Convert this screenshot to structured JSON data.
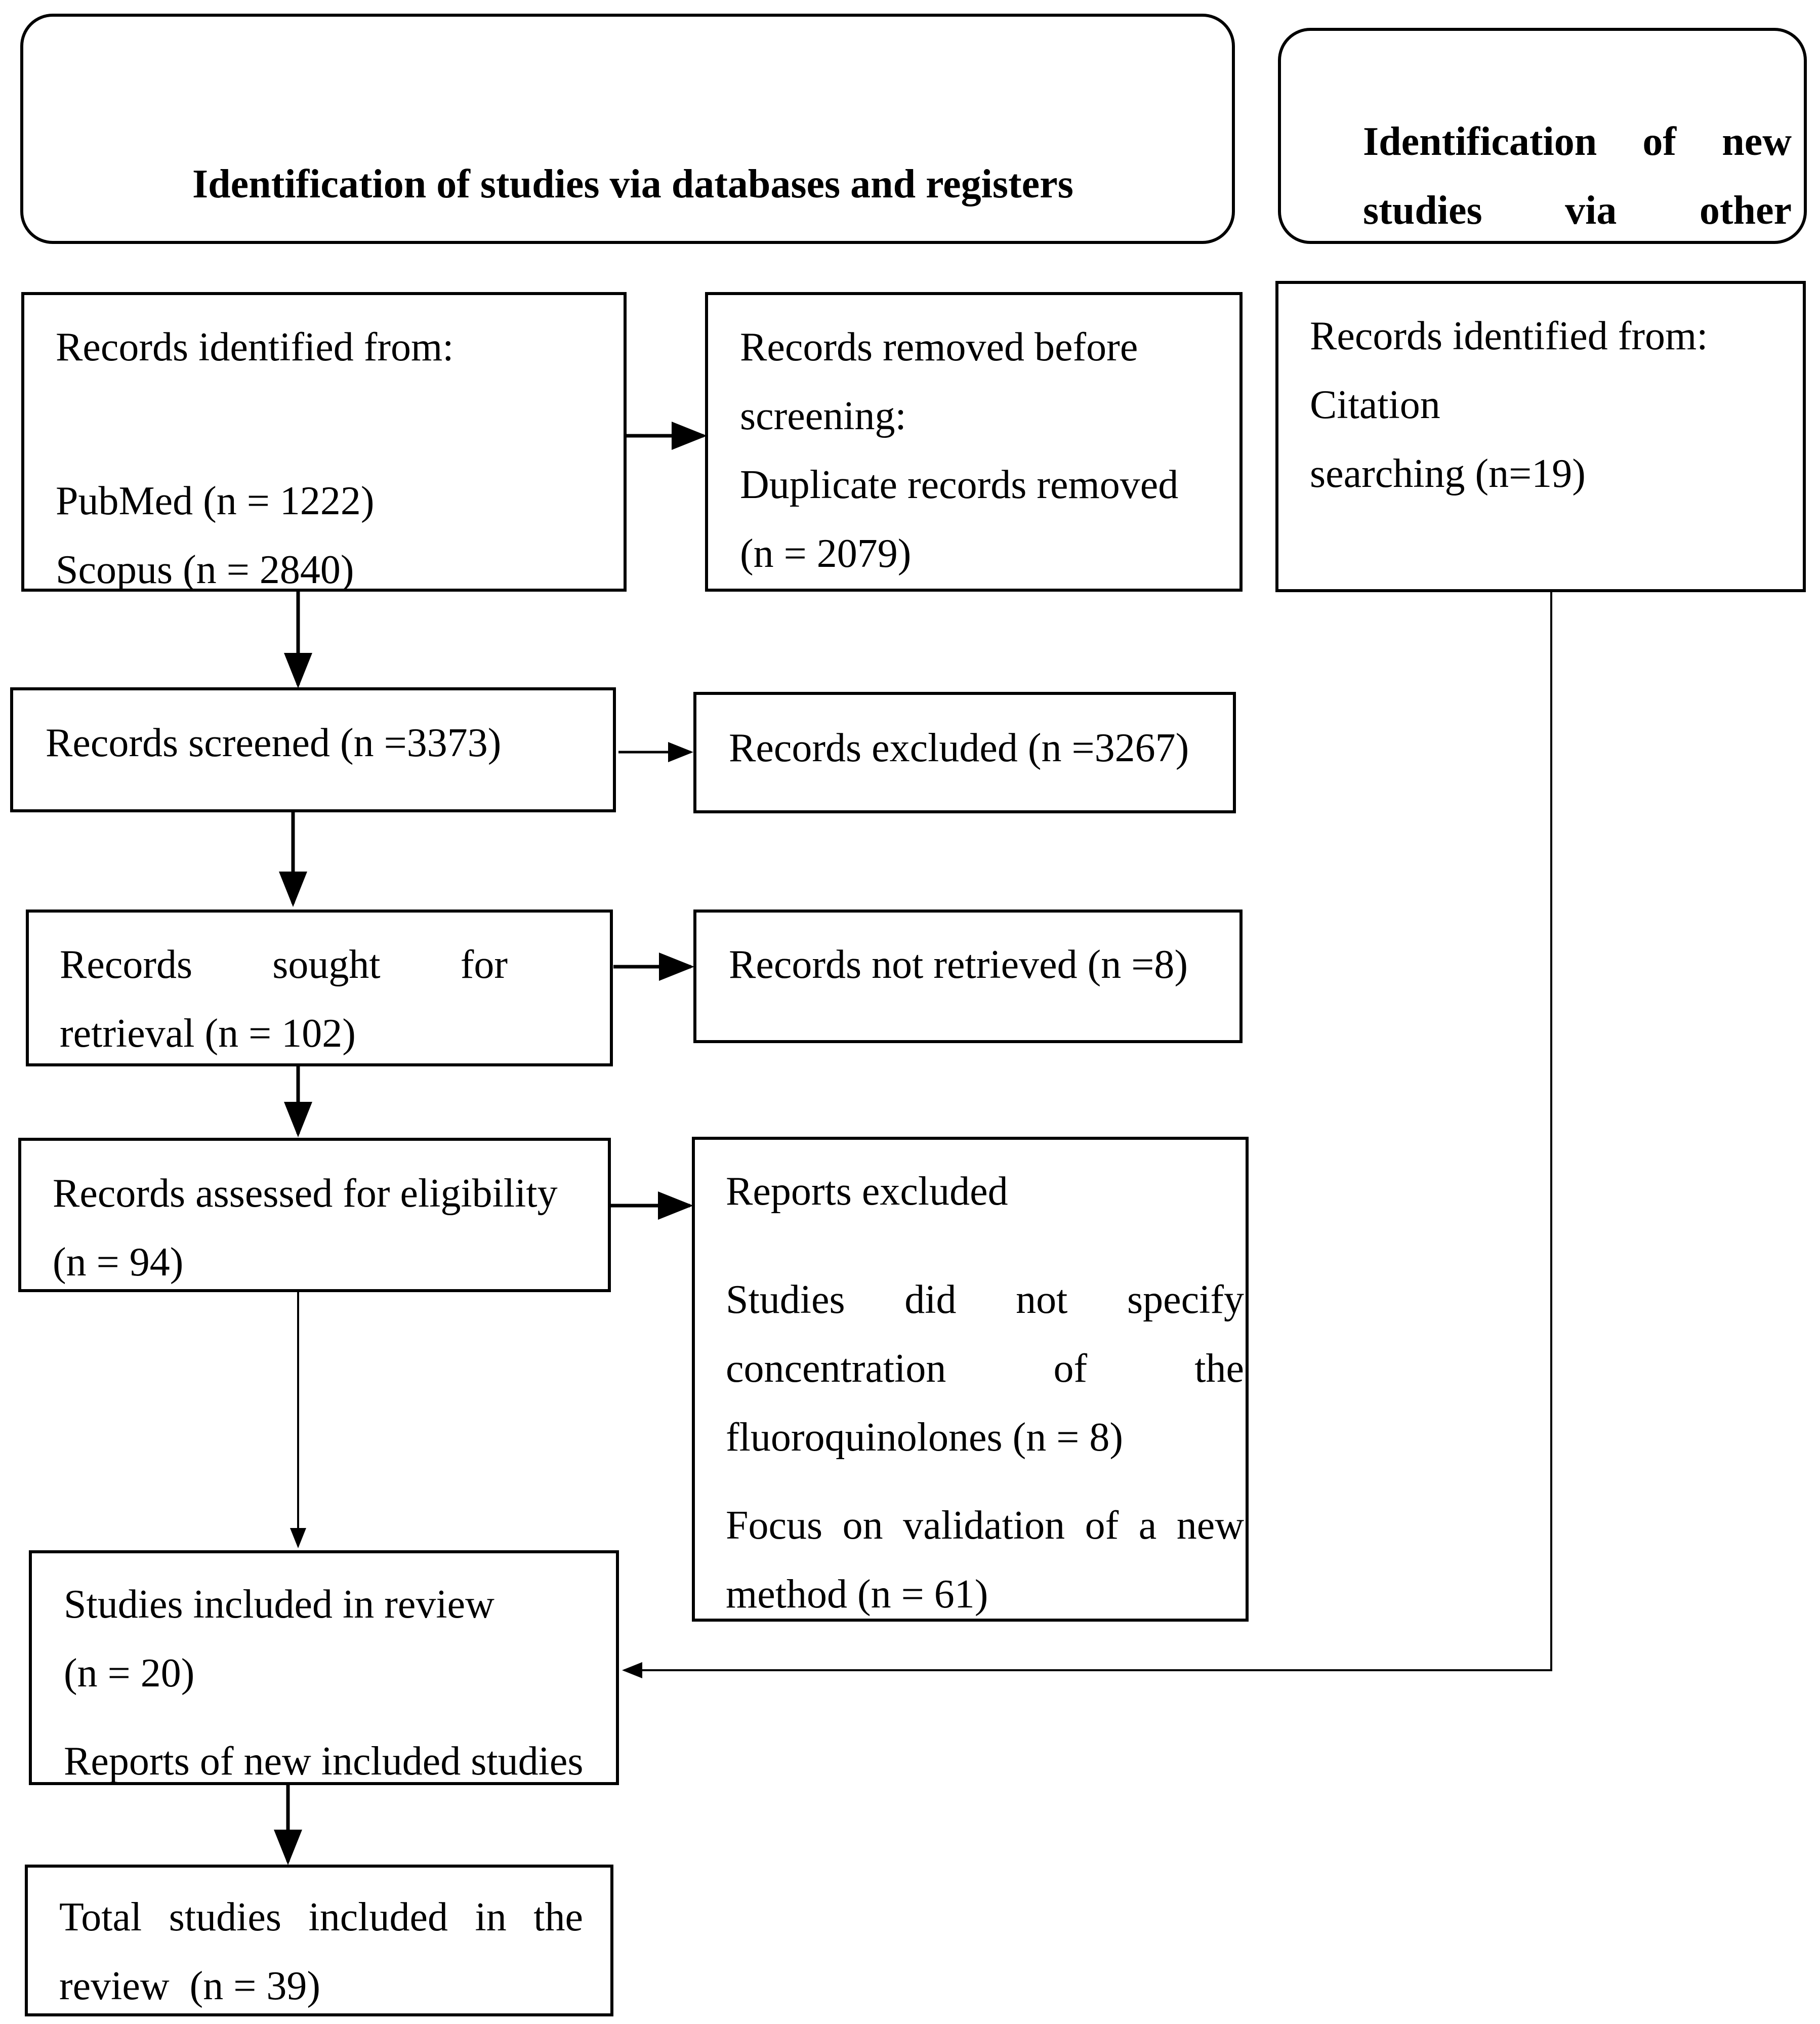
{
  "headers": {
    "databases": "Identification of studies via databases and registers",
    "other_line1": [
      "Identification",
      "of",
      "new"
    ],
    "other_line2": [
      "studies",
      "via",
      "other"
    ]
  },
  "identified": {
    "label": "Records identified from:",
    "pubmed": "PubMed (n = 1222)",
    "scopus": "Scopus (n = 2840)"
  },
  "removed": {
    "line1": "Records removed before",
    "line2": "screening:",
    "line3": "Duplicate records removed",
    "line4": "(n = 2079)"
  },
  "other_identified": {
    "line1": "Records identified from:",
    "line2": "Citation",
    "line3": "searching (n=19)"
  },
  "screened": {
    "label": "Records screened (n =3373)"
  },
  "excluded": {
    "label": "Records excluded (n =3267)"
  },
  "sought": {
    "line1": [
      "Records",
      "sought",
      "for"
    ],
    "line2": "retrieval (n = 102)"
  },
  "not_retrieved": {
    "label": "Records not retrieved (n =8)"
  },
  "assessed": {
    "line1": "Records assessed for eligibility",
    "line2": "(n = 94)"
  },
  "reports_excluded": {
    "title": "Reports excluded",
    "r1_line1": [
      "Studies",
      "did",
      "not",
      "specify"
    ],
    "r1_line2": [
      "concentration",
      "of",
      "the"
    ],
    "r1_line3": "fluoroquinolones (n = 8)",
    "r2_line1": [
      "Focus",
      "on",
      "validation",
      "of",
      "a",
      "new"
    ],
    "r2_line2": "method (n = 61)"
  },
  "included": {
    "line1": "Studies included in review",
    "line2": "(n = 20)",
    "line3": "Reports of new included studies"
  },
  "total": {
    "line1": [
      "Total",
      "studies",
      "included",
      "in",
      "the"
    ],
    "line2": "review  (n = 39)"
  }
}
